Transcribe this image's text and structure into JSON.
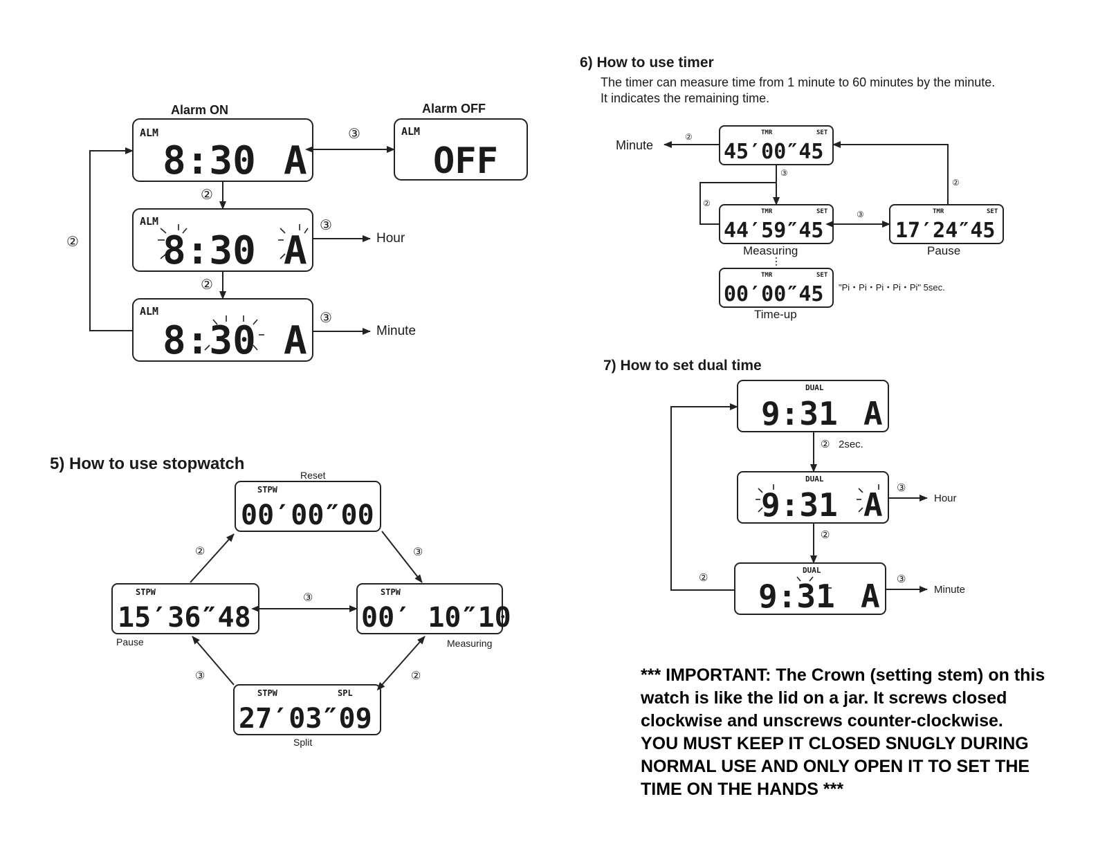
{
  "alarm": {
    "label_on": "Alarm ON",
    "label_off": "Alarm OFF",
    "indicator": "ALM",
    "time": "8:30",
    "ampm": "A",
    "off_text": "OFF",
    "hour_label": "Hour",
    "minute_label": "Minute",
    "step2": "②",
    "step3": "③"
  },
  "stopwatch": {
    "heading": "5) How to use stopwatch",
    "indicator": "STPW",
    "split_indicator": "SPL",
    "reset_label": "Reset",
    "reset_value": "00′00″00",
    "pause_label": "Pause",
    "pause_value": "15′36″48",
    "measuring_label": "Measuring",
    "measuring_value": "00′ 10″10",
    "split_label": "Split",
    "split_value": "27′03″09"
  },
  "timer": {
    "heading": "6) How to use timer",
    "desc_line1": "The timer can measure time from 1 minute to 60 minutes by the minute.",
    "desc_line2": "It indicates the remaining time.",
    "indicator": "TMR",
    "set_indicator": "SET",
    "minute_label": "Minute",
    "set_value": "45′00″45",
    "measuring_value": "44′59″45",
    "measuring_label": "Measuring",
    "pause_value": "17′24″45",
    "pause_label": "Pause",
    "timeup_value": "00′00″45",
    "timeup_label": "Time-up",
    "beep_text": "\"Pi・Pi・Pi・Pi・Pi\" 5sec."
  },
  "dual": {
    "heading": "7) How to set dual time",
    "indicator": "DUAL",
    "time": "9:31",
    "ampm": "A",
    "two_sec": "2sec.",
    "hour_label": "Hour",
    "minute_label": "Minute"
  },
  "important": {
    "line1": "*** IMPORTANT:  The Crown (setting stem) on this",
    "line2": "watch is like the lid on a jar. It screws closed",
    "line3": "clockwise and unscrews counter-clockwise.",
    "line4": "YOU MUST KEEP IT CLOSED SNUGLY DURING",
    "line5": "NORMAL USE AND ONLY OPEN IT TO SET THE",
    "line6": "TIME ON THE HANDS ***"
  }
}
